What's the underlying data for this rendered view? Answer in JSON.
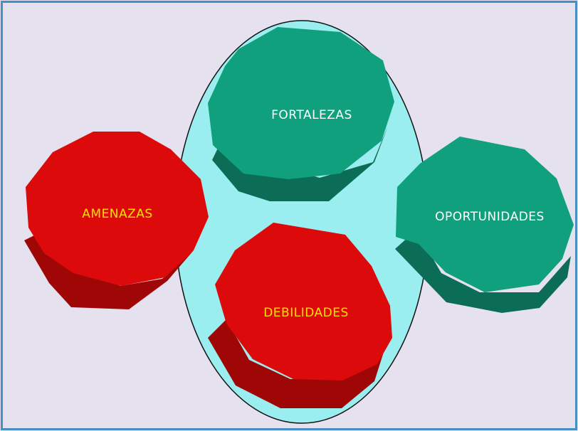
{
  "diagram": {
    "labels": {
      "fortalezas": "FORTALEZAS",
      "amenazas": "AMENAZAS",
      "oportunidades": "OPORTUNIDADES",
      "debilidades": "DEBILIDADES"
    },
    "colors": {
      "background": "#e6e1ef",
      "frame": "#4a8fc3",
      "ellipse_fill": "#9beeef",
      "green_face": "#10a07d",
      "green_side": "#0c6d57",
      "red_face": "#dc0a0a",
      "red_side": "#9f0707",
      "green_text": "#ffffff",
      "red_text": "#ffe000"
    }
  }
}
